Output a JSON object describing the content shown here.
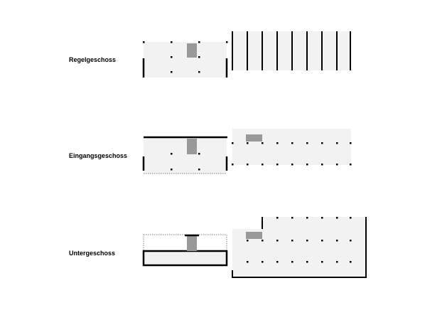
{
  "labels": {
    "regelgeschoss": "Regelgeschoss",
    "eingangsgeschoss": "Eingangsgeschoss",
    "untergeschoss": "Untergeschoss"
  },
  "colors": {
    "floor_fill": "#f2f2f2",
    "core_fill": "#999999",
    "wall": "#000000",
    "dotted_outline": "#555555"
  }
}
